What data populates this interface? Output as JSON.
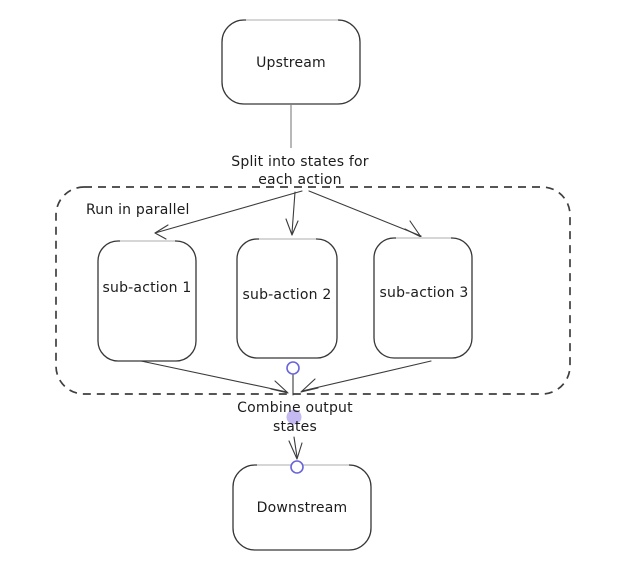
{
  "diagram": {
    "nodes": {
      "upstream": {
        "label": "Upstream"
      },
      "sub_action_1": {
        "label": "sub-action 1"
      },
      "sub_action_2": {
        "label": "sub-action 2"
      },
      "sub_action_3": {
        "label": "sub-action 3"
      },
      "downstream": {
        "label": "Downstream"
      }
    },
    "container_label": "Run in parallel",
    "edge_labels": {
      "split": {
        "line1": "Split into states for",
        "line2": "each action"
      },
      "combine": {
        "line1": "Combine output",
        "line2": "states"
      }
    },
    "colors": {
      "shape_stroke": "#373737",
      "text": "#1c1c1c",
      "dashed_border": "#3f3f3f",
      "box_top_highlight": "#d6d6d6",
      "handle_accent": "#6965db",
      "handle_fill": "#beb3f0",
      "background": "#ffffff"
    }
  }
}
